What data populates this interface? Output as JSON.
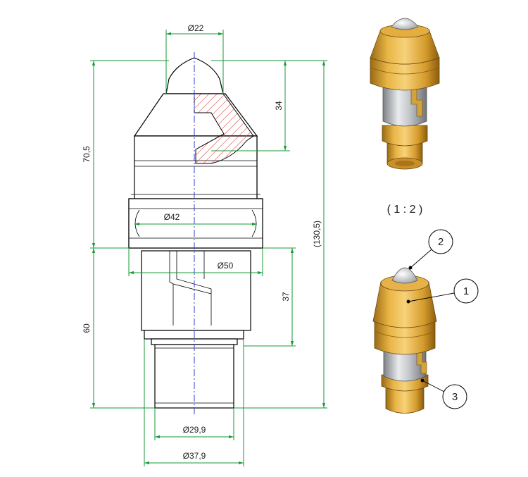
{
  "dimensions": {
    "d22": "Ø22",
    "d42": "Ø42",
    "d50": "Ø50",
    "d29_9": "Ø29,9",
    "d37_9": "Ø37,9",
    "h34": "34",
    "h37": "37",
    "h70_5": "70,5",
    "h60": "60",
    "h130_5": "(130,5)"
  },
  "scale_label": "( 1 : 2 )",
  "balloons": [
    {
      "number": "1"
    },
    {
      "number": "2"
    },
    {
      "number": "3"
    }
  ],
  "colors": {
    "dimension_lines": "#1a9a3a",
    "center_line": "#2b3fd6",
    "section_hatch": "#e03030",
    "body_gold": "#d9a233",
    "sleeve_gray": "#b9bcc0"
  }
}
